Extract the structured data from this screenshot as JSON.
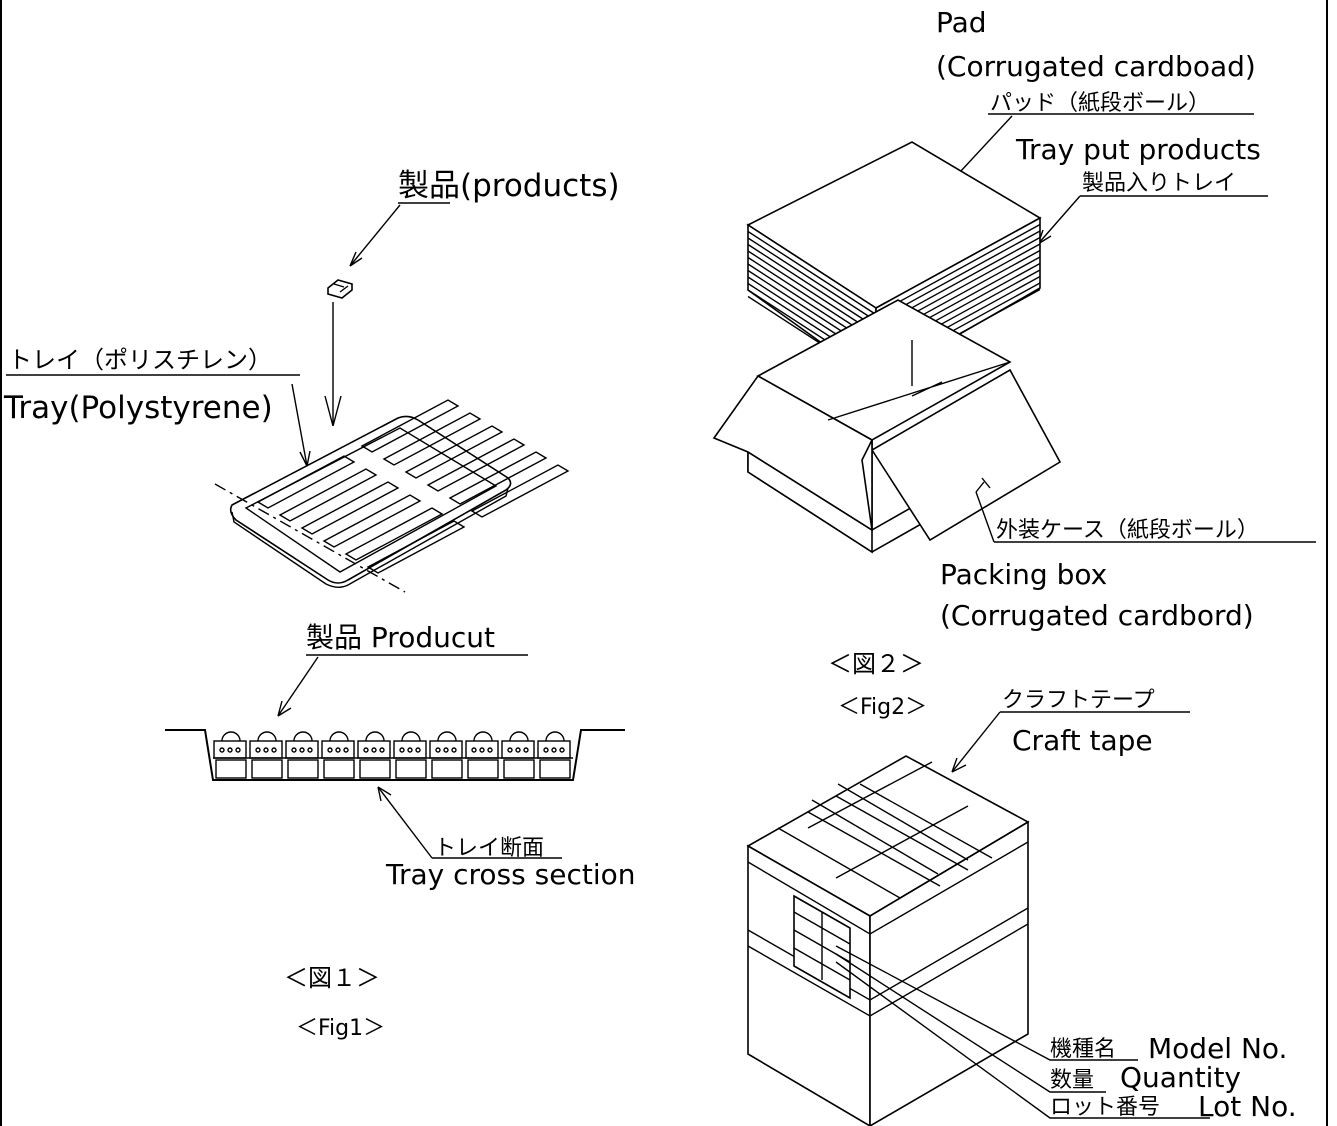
{
  "fig1": {
    "products_label": "製品(products)",
    "tray_jp": "トレイ（ポリスチレン）",
    "tray_en": "Tray(Polystyrene)",
    "product_section_label": "製品 Producut",
    "tray_section_jp": "トレイ断面",
    "tray_section_en": "Tray cross section",
    "caption_jp": "＜図１＞",
    "caption_en": "＜Fig1＞"
  },
  "fig2": {
    "pad_en_1": "Pad",
    "pad_en_2": "(Corrugated cardboad)",
    "pad_jp": "パッド（紙段ボール）",
    "tray_put_en": "Tray put products",
    "tray_put_jp": "製品入りトレイ",
    "box_jp": "外装ケース（紙段ボール）",
    "box_en_1": "Packing box",
    "box_en_2": "(Corrugated cardbord)",
    "caption_jp": "＜図２＞",
    "caption_en": "＜Fig2＞"
  },
  "fig3": {
    "tape_jp": "クラフトテープ",
    "tape_en": "Craft tape",
    "model_jp": "機種名",
    "model_en": "Model No.",
    "qty_jp": "数量",
    "qty_en": "Quantity",
    "lot_jp": "ロット番号",
    "lot_en": "Lot No."
  }
}
